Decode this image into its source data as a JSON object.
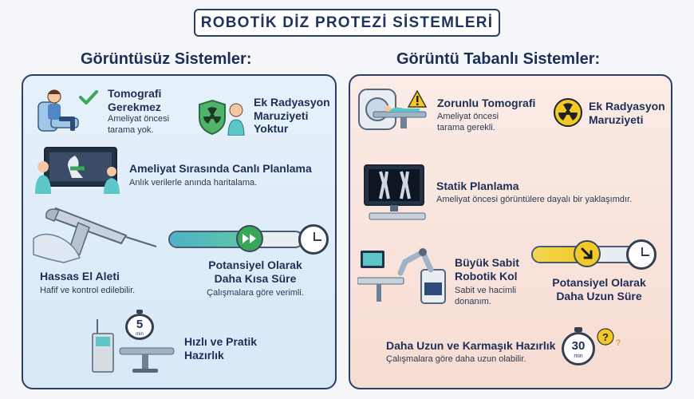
{
  "title": "ROBOTİK DİZ PROTEZİ SİSTEMLERİ",
  "left": {
    "heading": "Görüntüsüz Sistemler:",
    "items": [
      {
        "title": "Tomografi Gerekmez",
        "sub": "Ameliyat öncesi tarama yok."
      },
      {
        "title": "Ek Radyasyon Maruziyeti Yoktur",
        "sub": ""
      },
      {
        "title": "Ameliyat Sırasında Canlı Planlama",
        "sub": "Anlık verilerle anında haritalama."
      },
      {
        "title": "Hassas El Aleti",
        "sub": "Hafif ve kontrol edilebilir."
      },
      {
        "title": "Potansiyel Olarak Daha Kısa Süre",
        "sub": "Çalışmalara göre verimli."
      },
      {
        "title": "Hızlı ve Pratik Hazırlık",
        "sub": ""
      }
    ],
    "timer_label": "5",
    "timer_unit": "min",
    "progress": 0.55
  },
  "right": {
    "heading": "Görüntü Tabanlı Sistemler:",
    "items": [
      {
        "title": "Zorunlu Tomografi",
        "sub": "Ameliyat öncesi tarama gerekli."
      },
      {
        "title": "Ek Radyasyon Maruziyeti",
        "sub": ""
      },
      {
        "title": "Statik Planlama",
        "sub": "Ameliyat öncesi görüntülere dayalı bir yaklaşımdır."
      },
      {
        "title": "Büyük Sabit Robotik Kol",
        "sub": "Sabit ve hacimli donanım."
      },
      {
        "title": "Potansiyel Olarak Daha Uzun Süre",
        "sub": ""
      },
      {
        "title": "Daha Uzun ve Karmaşık Hazırlık",
        "sub": "Çalışmalara göre daha uzun olabilir."
      }
    ],
    "timer_label": "30",
    "timer_unit": "min",
    "progress": 0.45
  },
  "colors": {
    "navy": "#1d2f57",
    "green": "#3aa65a",
    "teal": "#5cc6c8",
    "yellow": "#f3c928",
    "left_bg": "#e2eef9",
    "right_bg": "#f9e3dc"
  },
  "icons": [
    "check-icon",
    "shield-radiation-icon",
    "doctor-icon",
    "patient-icon",
    "monitor-icon",
    "handpiece-icon",
    "fast-forward-icon",
    "clock-icon",
    "stopwatch-icon",
    "ct-scanner-icon",
    "warning-icon",
    "radiation-icon",
    "xray-monitor-icon",
    "robot-arm-icon",
    "arrow-down-right-icon",
    "question-icon"
  ]
}
